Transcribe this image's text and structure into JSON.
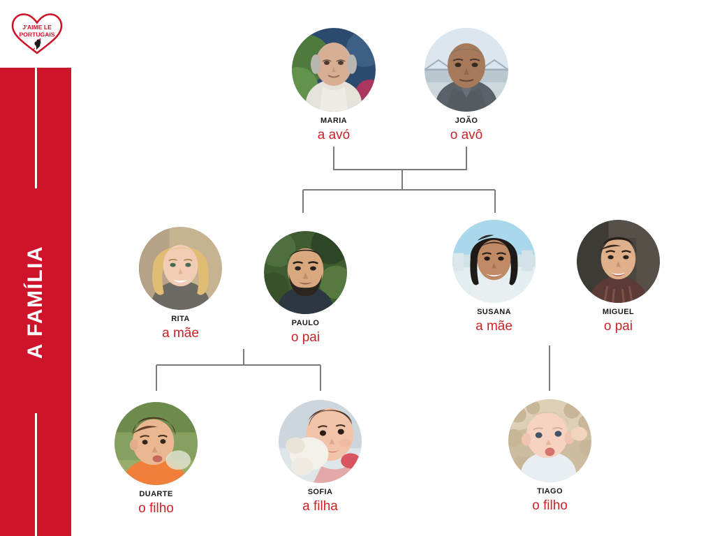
{
  "logo": {
    "name": "jaime-le-portugais-logo",
    "line1": "J'AIME LE",
    "line2": "PORTUGAIS",
    "heart_color": "#CE142B",
    "text_color": "#CE142B"
  },
  "sidebar": {
    "title": "A FAMÍLIA",
    "background_color": "#CE142B",
    "text_color": "#FFFFFF"
  },
  "colors": {
    "role_red": "#CC2229",
    "name_black": "#1A1A1A",
    "connector_gray": "#7A7A7A",
    "brand_red": "#CE142B"
  },
  "tree": {
    "generations": [
      {
        "label": "grandparents",
        "people": [
          {
            "name": "MARIA",
            "role": "a avó",
            "photo": "elderly-woman-portrait"
          },
          {
            "name": "JOÃO",
            "role": "o avô",
            "photo": "elderly-man-portrait"
          }
        ]
      },
      {
        "label": "parents",
        "people": [
          {
            "name": "RITA",
            "role": "a mãe",
            "photo": "blonde-woman-portrait"
          },
          {
            "name": "PAULO",
            "role": "o pai",
            "photo": "bearded-man-portrait"
          },
          {
            "name": "SUSANA",
            "role": "a mãe",
            "photo": "young-woman-beach-portrait"
          },
          {
            "name": "MIGUEL",
            "role": "o pai",
            "photo": "young-man-portrait"
          }
        ]
      },
      {
        "label": "children",
        "people": [
          {
            "name": "DUARTE",
            "role": "o filho",
            "photo": "toddler-boy-portrait"
          },
          {
            "name": "SOFIA",
            "role": "a filha",
            "photo": "toddler-girl-portrait"
          },
          {
            "name": "TIAGO",
            "role": "o filho",
            "photo": "baby-portrait"
          }
        ]
      }
    ]
  },
  "people": {
    "maria": {
      "name": "MARIA",
      "role": "a avó"
    },
    "joao": {
      "name": "JOÃO",
      "role": "o avô"
    },
    "rita": {
      "name": "RITA",
      "role": "a mãe"
    },
    "paulo": {
      "name": "PAULO",
      "role": "o pai"
    },
    "susana": {
      "name": "SUSANA",
      "role": "a mãe"
    },
    "miguel": {
      "name": "MIGUEL",
      "role": "o pai"
    },
    "duarte": {
      "name": "DUARTE",
      "role": "o filho"
    },
    "sofia": {
      "name": "SOFIA",
      "role": "a filha"
    },
    "tiago": {
      "name": "TIAGO",
      "role": "o filho"
    }
  }
}
